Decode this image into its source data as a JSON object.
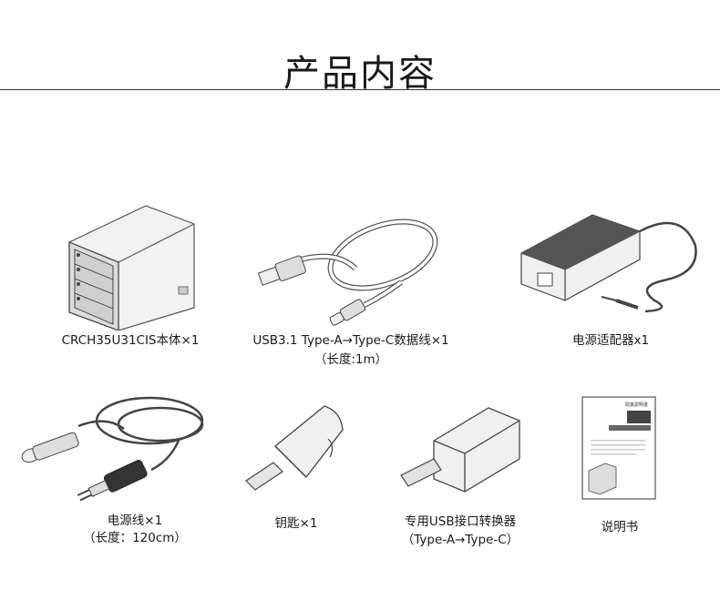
{
  "title": "产品内容",
  "items": [
    {
      "label": "CRCH35U31CIS本体×1"
    },
    {
      "label": "USB3.1 Type-A→Type-C数据线×1",
      "sub": "（长度:1m）"
    },
    {
      "label": "电源适配器x1"
    },
    {
      "label": "电源线×1",
      "sub": "（长度：120cm）"
    },
    {
      "label": "钥匙×1"
    },
    {
      "label": "专用USB接口转换器",
      "sub": "（Type-A→Type-C）"
    },
    {
      "label": "说明书"
    }
  ],
  "manual": {
    "cover_lines": [
      "取扱説明書"
    ]
  }
}
